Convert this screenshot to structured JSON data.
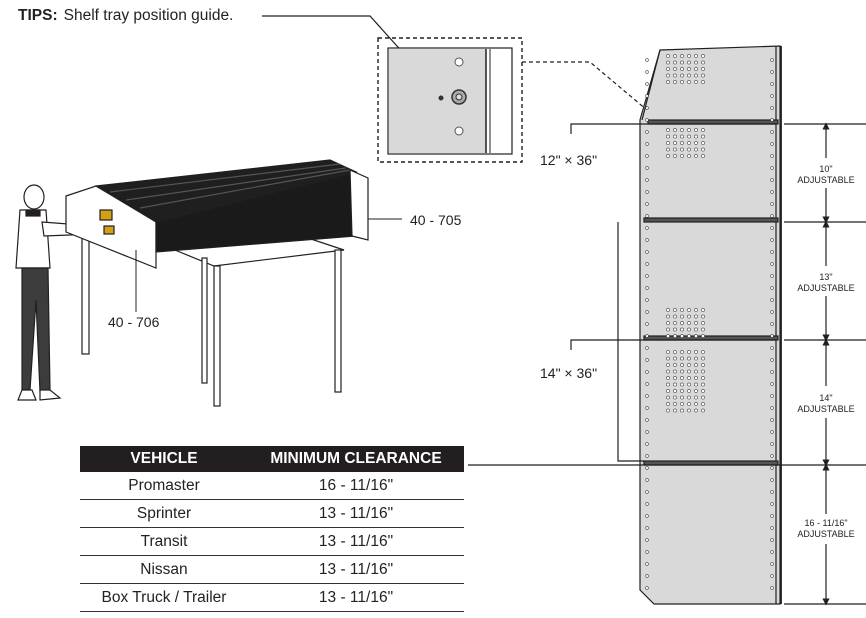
{
  "tips": {
    "prefix": "TIPS:",
    "text": "Shelf tray position guide."
  },
  "part_labels": {
    "tray_end": "40 - 705",
    "side_panel": "40 - 706"
  },
  "tray_sizes": {
    "top": "12\" × 36\"",
    "middle": "14\" × 36\""
  },
  "adjustments": [
    {
      "size": "10\"",
      "note": "ADJUSTABLE"
    },
    {
      "size": "13\"",
      "note": "ADJUSTABLE"
    },
    {
      "size": "14\"",
      "note": "ADJUSTABLE"
    },
    {
      "size": "16 - 11/16\"",
      "note": "ADJUSTABLE"
    }
  ],
  "clearance_table": {
    "headers": [
      "VEHICLE",
      "MINIMUM CLEARANCE"
    ],
    "rows": [
      {
        "vehicle": "Promaster",
        "clearance": "16 - 11/16\""
      },
      {
        "vehicle": "Sprinter",
        "clearance": "13 - 11/16\""
      },
      {
        "vehicle": "Transit",
        "clearance": "13 - 11/16\""
      },
      {
        "vehicle": "Nissan",
        "clearance": "13 - 11/16\""
      },
      {
        "vehicle": "Box Truck / Trailer",
        "clearance": "13 - 11/16\""
      }
    ]
  },
  "colors": {
    "header_bg": "#231f20",
    "header_text": "#ffffff",
    "panel_fill": "#d9d9d9",
    "line": "#231f20"
  }
}
